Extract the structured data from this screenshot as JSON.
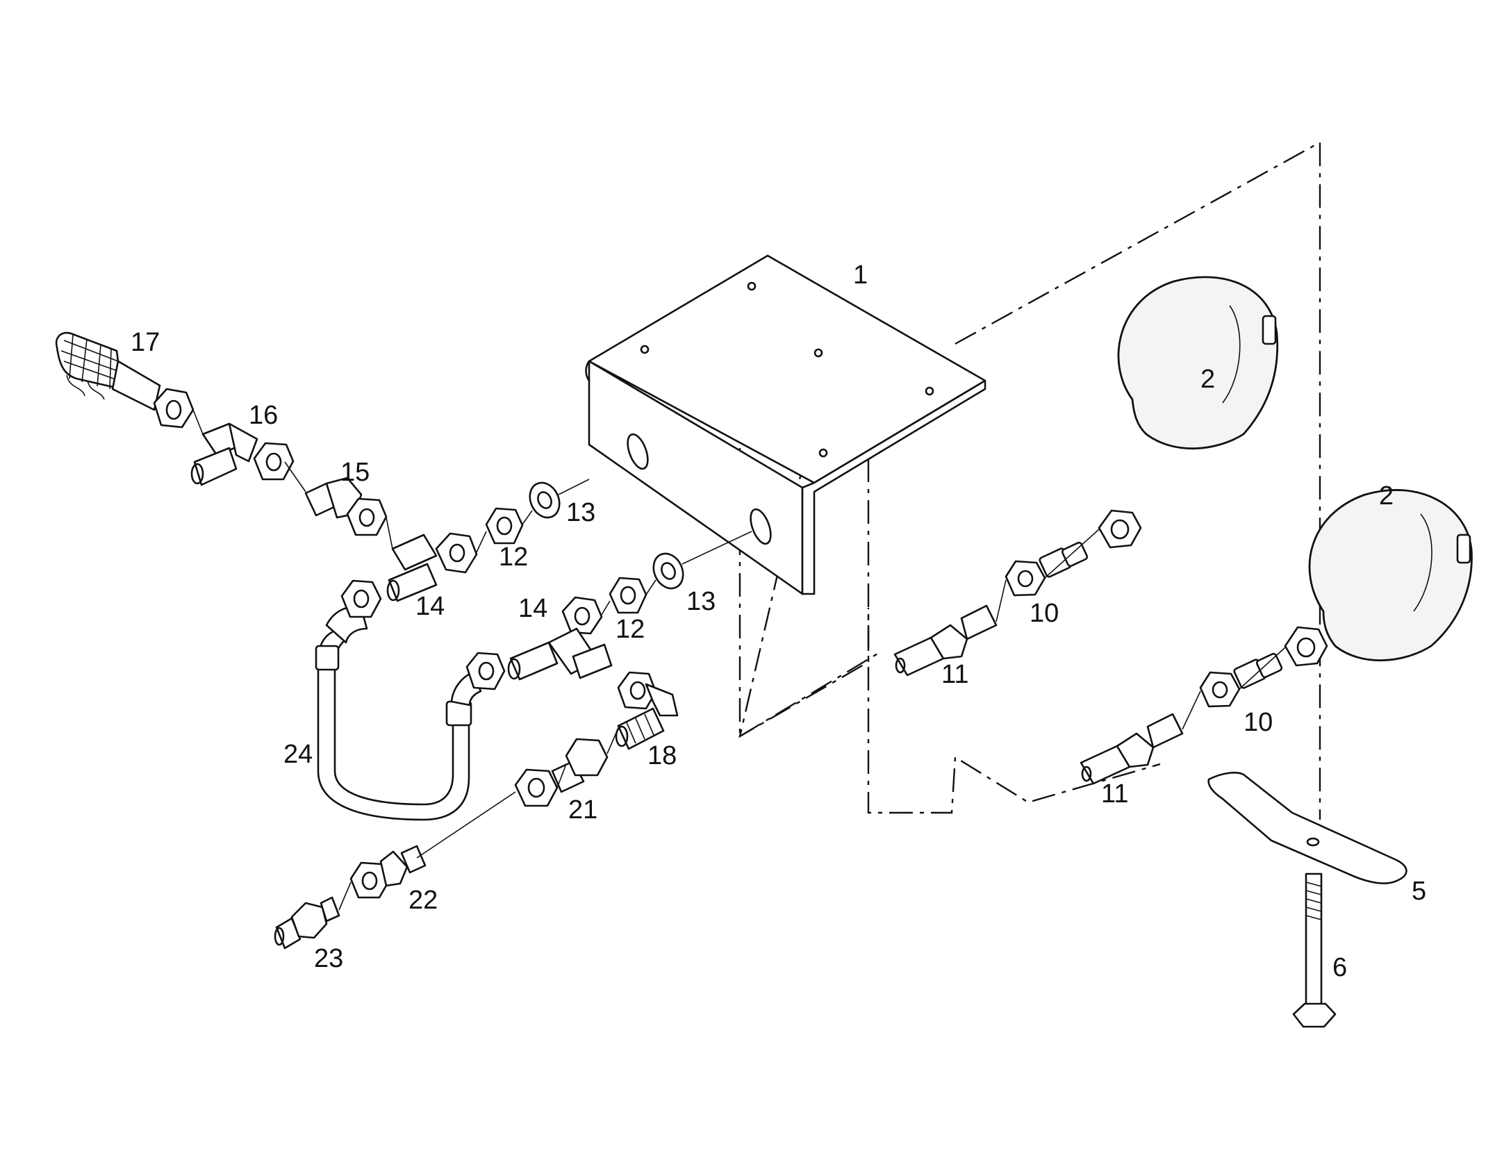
{
  "labels": {
    "p1": "1",
    "p2a": "2",
    "p2b": "2",
    "p5": "5",
    "p6": "6",
    "p10a": "10",
    "p10b": "10",
    "p11a": "11",
    "p11b": "11",
    "p12a": "12",
    "p12b": "12",
    "p13a": "13",
    "p13b": "13",
    "p14a": "14",
    "p14b": "14",
    "p15": "15",
    "p16": "16",
    "p17": "17",
    "p18": "18",
    "p21": "21",
    "p22": "22",
    "p23": "23",
    "p24": "24"
  }
}
